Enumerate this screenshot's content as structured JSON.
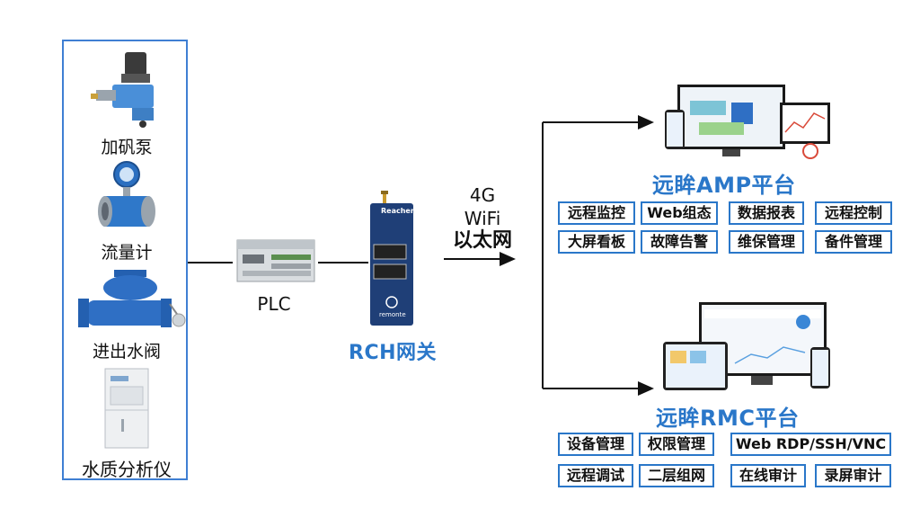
{
  "devices": [
    {
      "label": "加矾泵",
      "icon": "dosing-pump-icon"
    },
    {
      "label": "流量计",
      "icon": "flow-meter-icon"
    },
    {
      "label": "进出水阀",
      "icon": "water-valve-icon"
    },
    {
      "label": "水质分析仪",
      "icon": "water-quality-analyzer-icon"
    }
  ],
  "plc": {
    "label": "PLC"
  },
  "gateway": {
    "label": "RCH网关",
    "brand": "Reacher",
    "maker": "remonte"
  },
  "uplink": {
    "line1": "4G",
    "line2": "WiFi",
    "line3": "以太网"
  },
  "amp": {
    "title": "远眸AMP平台",
    "features": [
      "远程监控",
      "Web组态",
      "数据报表",
      "远程控制",
      "大屏看板",
      "故障告警",
      "维保管理",
      "备件管理"
    ]
  },
  "rmc": {
    "title": "远眸RMC平台",
    "features": [
      "设备管理",
      "权限管理",
      "Web RDP/SSH/VNC",
      "远程调试",
      "二层组网",
      "在线审计",
      "录屏审计"
    ]
  },
  "colors": {
    "accent": "#2a77c9",
    "panel_border": "#3f7fd3",
    "line": "#111111"
  }
}
